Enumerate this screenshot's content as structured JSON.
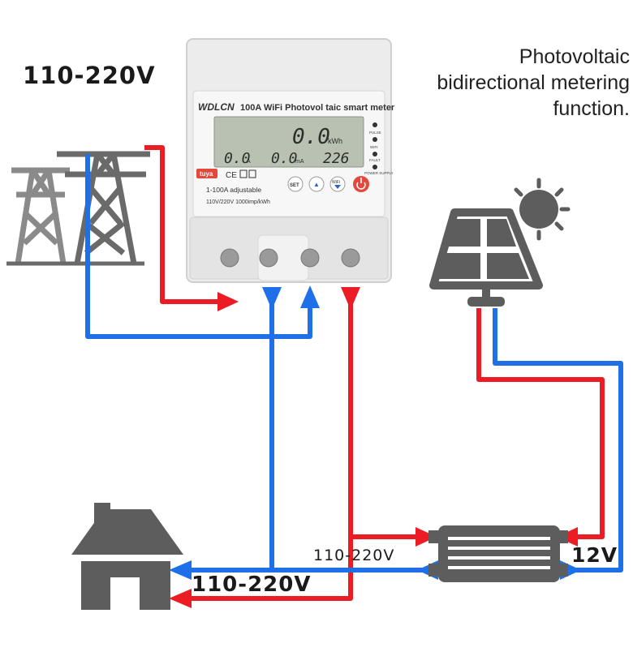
{
  "caption": {
    "lines": [
      "Photovoltaic",
      "bidirectional metering",
      "function."
    ]
  },
  "labels": {
    "grid_voltage": "110-220V",
    "home_voltage": "110-220V",
    "inverter_ac_voltage": "110-220V",
    "dc_voltage": "12V"
  },
  "meter": {
    "brand": "WDLCN",
    "title": "100A WiFi Photovol taic smart meter",
    "lcd": {
      "energy": "0.0",
      "energy_unit": "kWh",
      "current": "0.0",
      "current_unit": "A",
      "power": "0.0",
      "power_unit": "mA",
      "voltage": "226"
    },
    "badge": "tuya",
    "certs": "CE",
    "spec_range": "1-100A adjustable",
    "spec_detail": "110V/220V 1000imp/kWh",
    "buttons": {
      "set": "SET",
      "up": "▲",
      "wifi": "WiFi"
    },
    "indicators": [
      "PULSE",
      "WIFI",
      "FAULT",
      "POWER SUPPLY"
    ]
  },
  "colors": {
    "live_wire": "#ec1c24",
    "neutral_wire": "#1f6fe8",
    "icon_gray": "#5d5d5d",
    "text": "#1a1a1a"
  },
  "icons": {
    "grid": "power-tower-icon",
    "house": "house-icon",
    "solar": "solar-panel-icon",
    "sun": "sun-icon",
    "inverter": "inverter-icon"
  }
}
